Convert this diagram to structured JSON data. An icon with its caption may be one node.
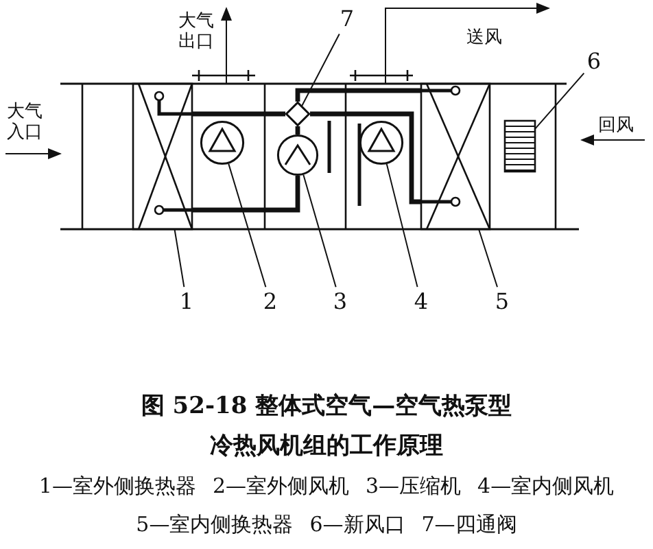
{
  "diagram": {
    "caption": "图 52-18 整体式空气—空气热泵型冷热风机组的工作原理",
    "nodes": [
      {
        "text": [],
        "shape": "box"
      },
      {
        "text": [],
        "shape": "box",
        "in": 0
      },
      {
        "text": [],
        "shape": "circle",
        "in": 0
      },
      {
        "text": [],
        "shape": "circle",
        "in": 0
      },
      {
        "text": [],
        "shape": "circle",
        "in": 0
      },
      {
        "text": [],
        "shape": "box",
        "in": 0
      },
      {
        "text": [],
        "shape": "box",
        "in": 0
      },
      {
        "text": [],
        "shape": "diamond",
        "in": 0
      },
      {
        "text": [
          "1"
        ]
      },
      {
        "text": [
          "2"
        ]
      },
      {
        "text": [
          "3"
        ]
      },
      {
        "text": [
          "4"
        ]
      },
      {
        "text": [
          "5"
        ]
      },
      {
        "text": [
          "6"
        ]
      },
      {
        "text": [
          "7"
        ]
      }
    ],
    "edges": [
      {
        "from": 8,
        "to": 1,
        "arrow": "none"
      },
      {
        "from": 9,
        "to": 2,
        "arrow": "none"
      },
      {
        "from": 10,
        "to": 3,
        "arrow": "none"
      },
      {
        "from": 11,
        "to": 4,
        "arrow": "none"
      },
      {
        "from": 12,
        "to": 5,
        "arrow": "none"
      },
      {
        "from": 13,
        "to": 6,
        "arrow": "none"
      },
      {
        "from": 14,
        "to": 7,
        "arrow": "none"
      },
      {
        "from": 1,
        "to": 7,
        "arrow": "none",
        "style": "thick"
      },
      {
        "from": 7,
        "to": 5,
        "arrow": "none",
        "style": "thick"
      },
      {
        "from": 5,
        "to": 7,
        "arrow": "none",
        "style": "thick"
      },
      {
        "from": 3,
        "to": 7,
        "arrow": "none",
        "style": "thick"
      },
      {
        "from": 1,
        "to": 3,
        "arrow": "none",
        "style": "thick"
      },
      {
        "from": null,
        "to": 0,
        "arrow": "to",
        "label": "大气入口"
      },
      {
        "from": 0,
        "to": null,
        "arrow": "to",
        "label": "大气出口"
      },
      {
        "from": 0,
        "to": null,
        "arrow": "to",
        "label": "送风"
      },
      {
        "from": null,
        "to": 0,
        "arrow": "to",
        "label": "回风"
      }
    ],
    "labels": [
      "1—室外侧换热器",
      "2—室外侧风机",
      "3—压缩机",
      "4—室内侧风机",
      "5—室内侧换热器",
      "6—新风口",
      "7—四通阀"
    ]
  }
}
